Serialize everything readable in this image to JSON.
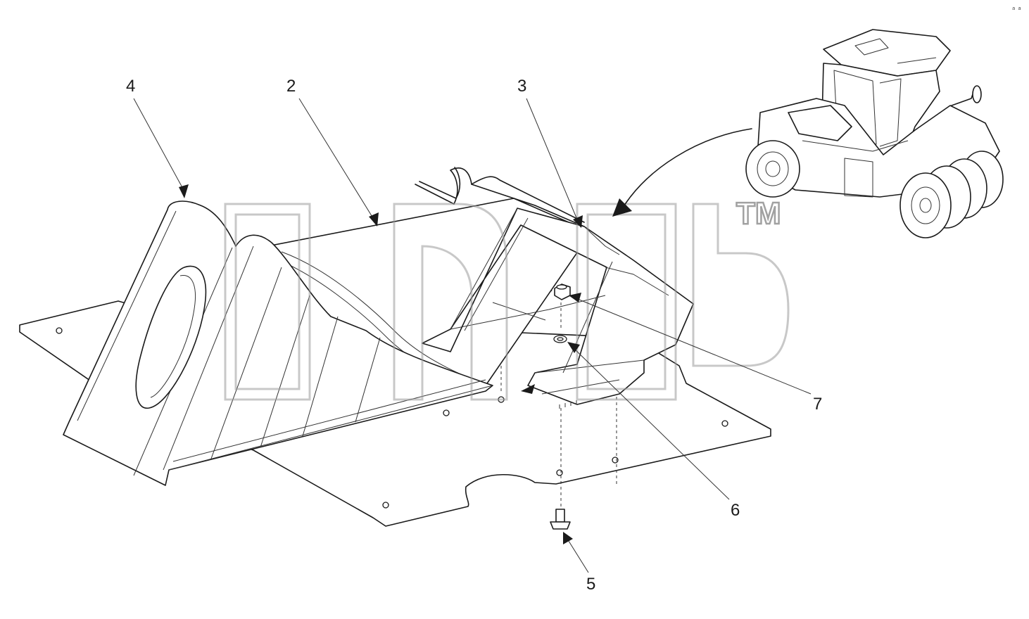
{
  "diagram": {
    "callouts": [
      {
        "id": "4",
        "label": "4"
      },
      {
        "id": "2",
        "label": "2"
      },
      {
        "id": "3",
        "label": "3"
      },
      {
        "id": "7",
        "label": "7"
      },
      {
        "id": "6",
        "label": "6"
      },
      {
        "id": "5",
        "label": "5"
      }
    ],
    "watermark": {
      "trademark": "TM"
    },
    "corner_mark": "a a",
    "colors": {
      "ink": "#1a1a1a",
      "watermark": "#9a9a9a",
      "background": "#ffffff"
    }
  }
}
